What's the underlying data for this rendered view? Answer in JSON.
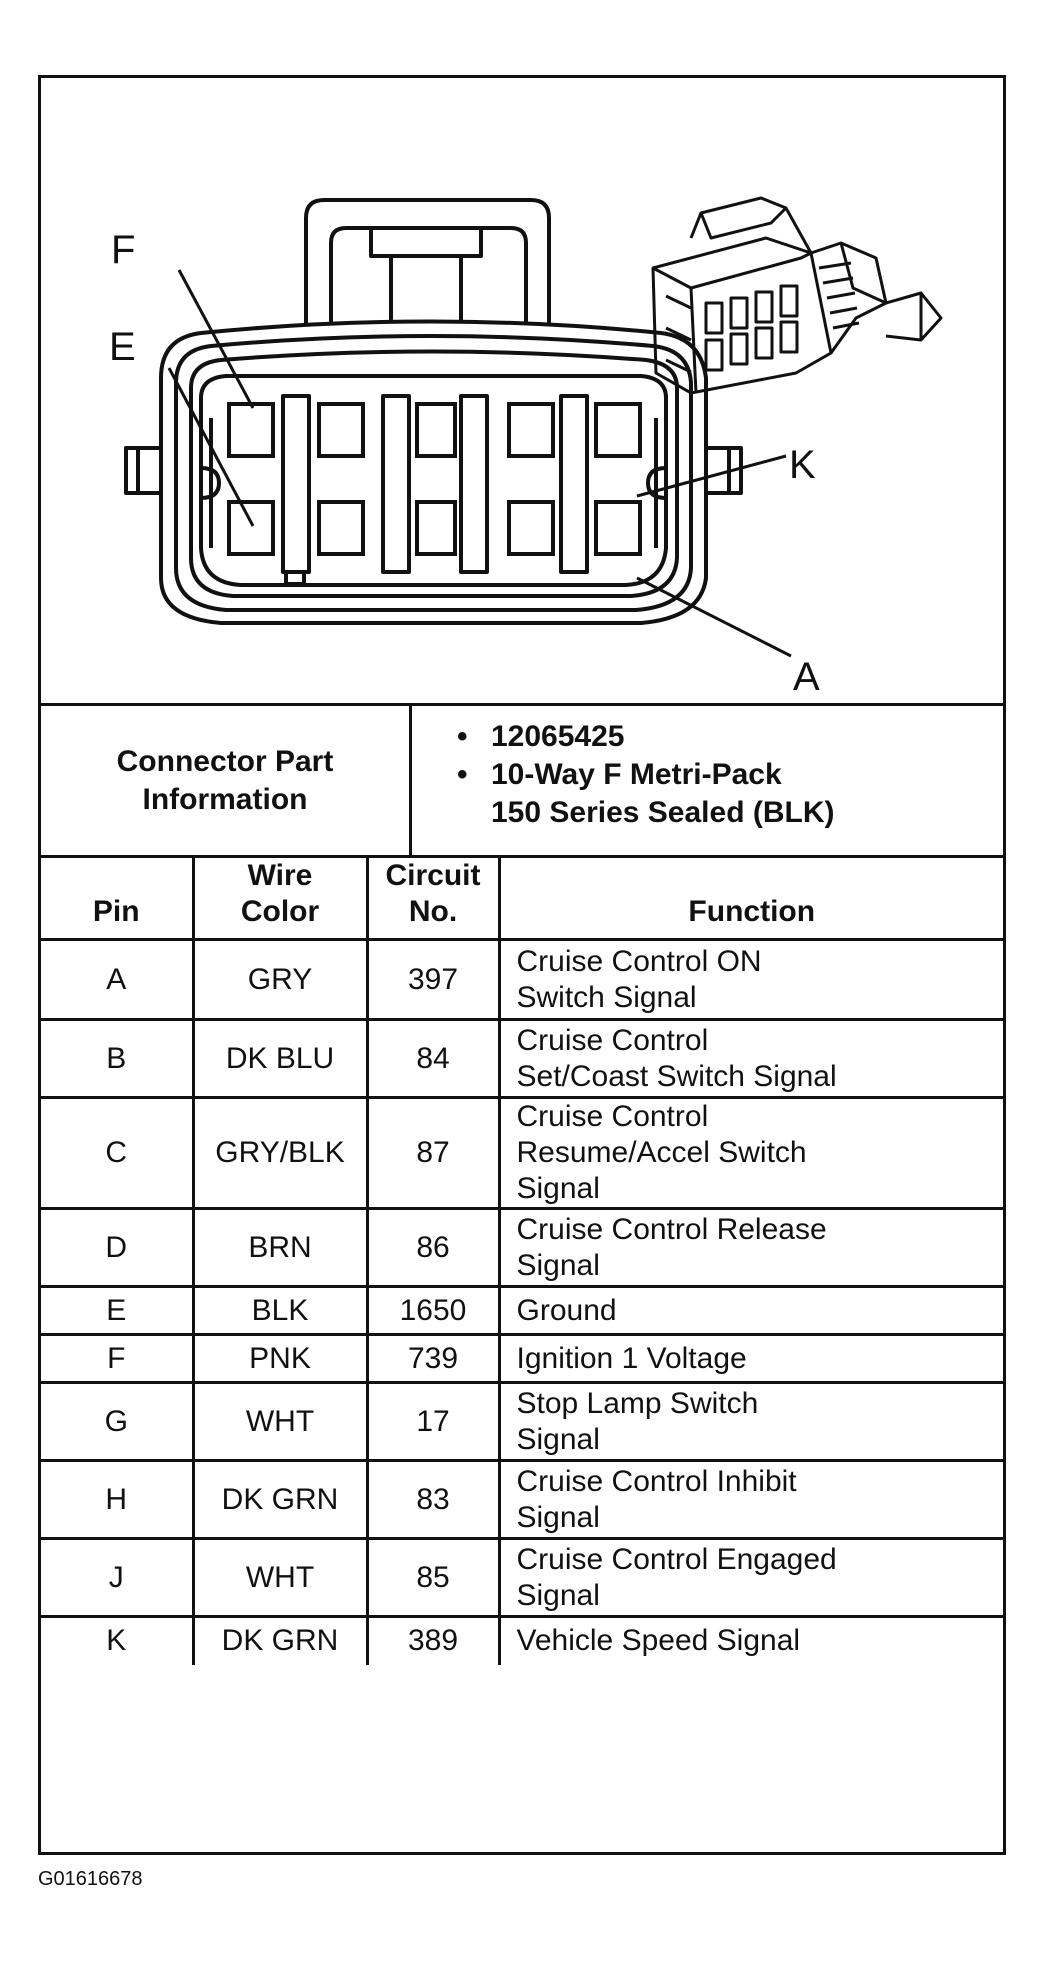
{
  "diagram": {
    "callouts": [
      "F",
      "E",
      "K",
      "A"
    ]
  },
  "connector_info": {
    "label_line1": "Connector Part",
    "label_line2": "Information",
    "part_number": "12065425",
    "description_line1": "10-Way F Metri-Pack",
    "description_line2": "150 Series Sealed (BLK)"
  },
  "table": {
    "headers": {
      "pin": "Pin",
      "wire_color_line1": "Wire",
      "wire_color_line2": "Color",
      "circuit_line1": "Circuit",
      "circuit_line2": "No.",
      "function": "Function"
    },
    "rows": [
      {
        "pin": "A",
        "wire": "GRY",
        "circuit": "397",
        "function": [
          "Cruise Control ON",
          "Switch Signal"
        ]
      },
      {
        "pin": "B",
        "wire": "DK BLU",
        "circuit": "84",
        "function": [
          "Cruise Control",
          "Set/Coast Switch Signal"
        ]
      },
      {
        "pin": "C",
        "wire": "GRY/BLK",
        "circuit": "87",
        "function": [
          "Cruise Control",
          "Resume/Accel Switch",
          "Signal"
        ]
      },
      {
        "pin": "D",
        "wire": "BRN",
        "circuit": "86",
        "function": [
          "Cruise Control Release",
          "Signal"
        ]
      },
      {
        "pin": "E",
        "wire": "BLK",
        "circuit": "1650",
        "function": [
          "Ground"
        ]
      },
      {
        "pin": "F",
        "wire": "PNK",
        "circuit": "739",
        "function": [
          "Ignition 1 Voltage"
        ]
      },
      {
        "pin": "G",
        "wire": "WHT",
        "circuit": "17",
        "function": [
          "Stop Lamp Switch",
          "Signal"
        ]
      },
      {
        "pin": "H",
        "wire": "DK GRN",
        "circuit": "83",
        "function": [
          "Cruise Control Inhibit",
          "Signal"
        ]
      },
      {
        "pin": "J",
        "wire": "WHT",
        "circuit": "85",
        "function": [
          "Cruise Control Engaged",
          "Signal"
        ]
      },
      {
        "pin": "K",
        "wire": "DK GRN",
        "circuit": "389",
        "function": [
          "Vehicle Speed Signal"
        ]
      }
    ]
  },
  "figure_id": "G01616678"
}
